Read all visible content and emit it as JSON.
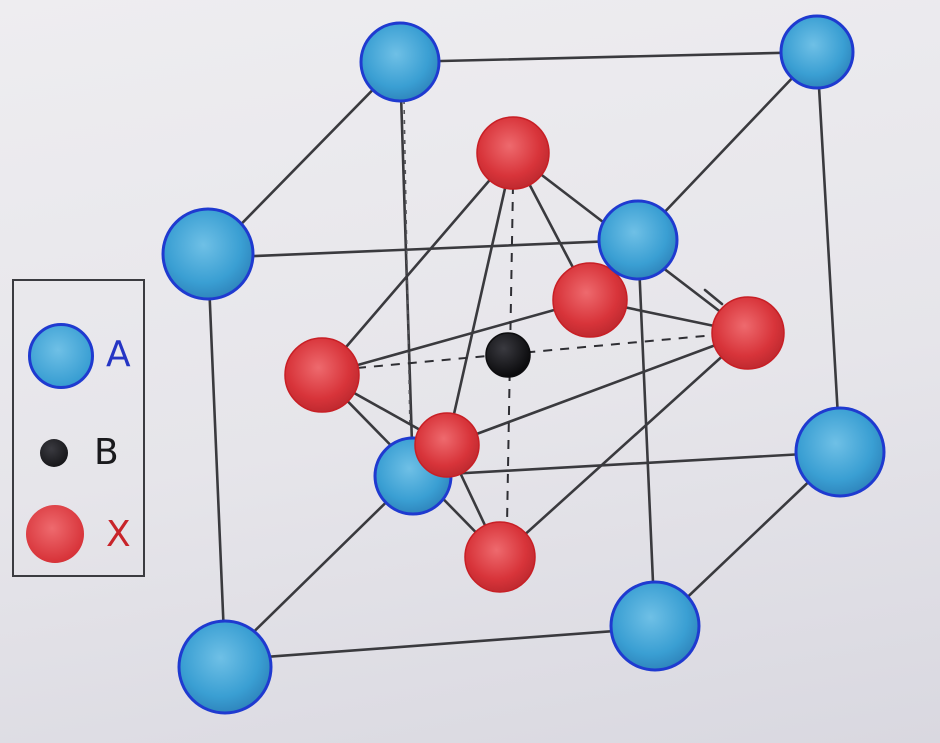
{
  "legend": {
    "items": [
      {
        "key": "a",
        "label": "A",
        "color": "#3a9fd3",
        "outline": "#1f3ad0",
        "label_color": "#2535c4"
      },
      {
        "key": "b",
        "label": "B",
        "color": "#151517",
        "outline": "#000000",
        "label_color": "#1a1a1d"
      },
      {
        "key": "x",
        "label": "X",
        "color": "#d8343a",
        "outline": "#c81f25",
        "label_color": "#c8242a"
      }
    ]
  },
  "colors": {
    "background": "#ebeaee",
    "line": "#3a3a3e",
    "a_atom": "#3a9fd3",
    "a_outline": "#1f3ad0",
    "b_atom": "#151517",
    "x_atom": "#d8343a"
  },
  "structure": {
    "corner_atoms": "A",
    "body_center_atom": "B",
    "face_center_atoms": "X",
    "corner_count": 8,
    "face_count": 6
  }
}
